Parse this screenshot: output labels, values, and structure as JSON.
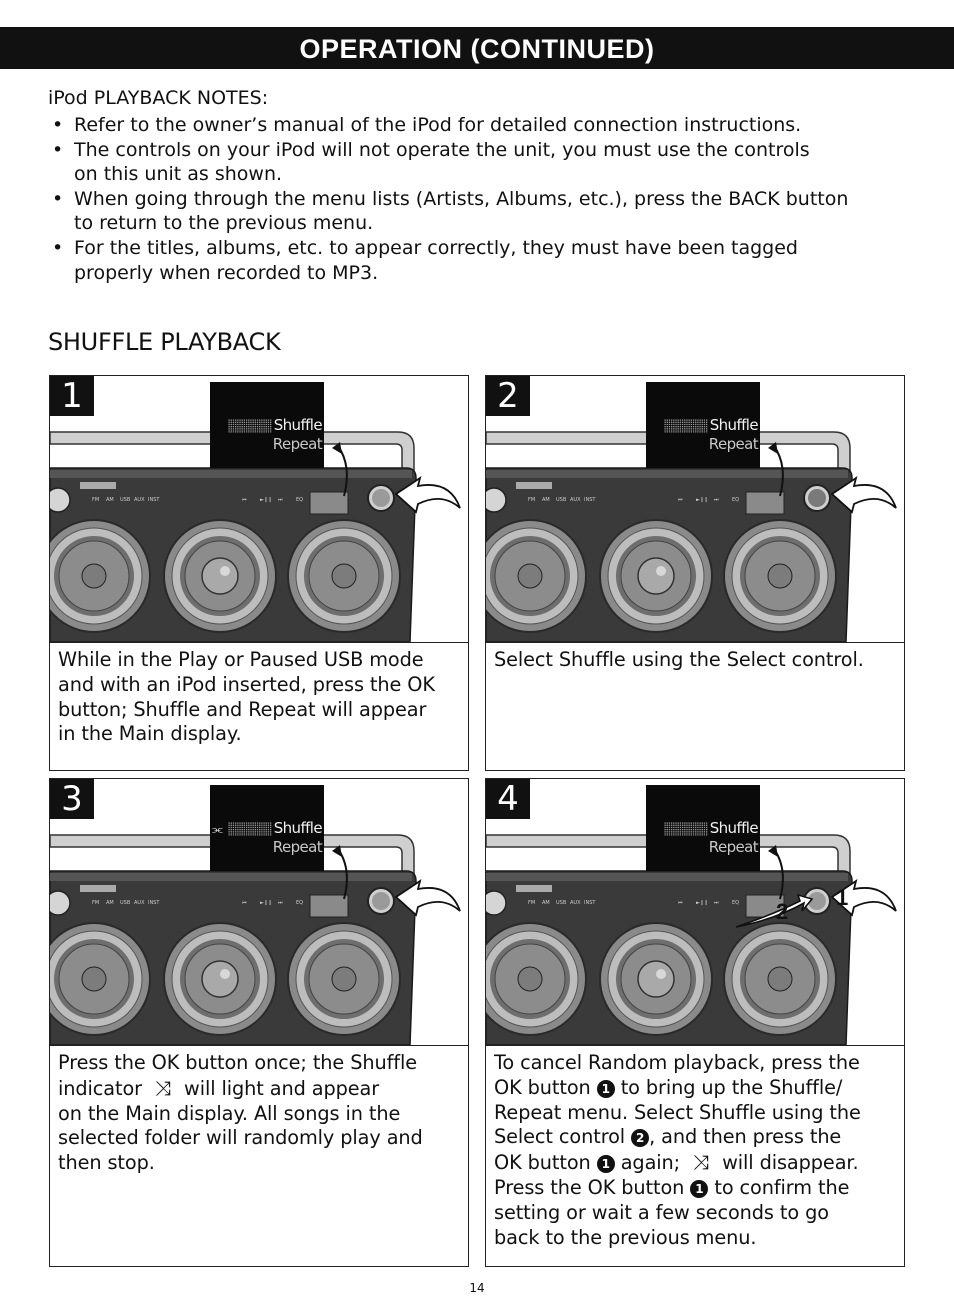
{
  "header": {
    "title": "OPERATION (CONTINUED)"
  },
  "notes": {
    "title": "iPod PLAYBACK NOTES:",
    "bullet": "•",
    "items": [
      [
        "Refer to the owner’s manual of the iPod for detailed connection instructions."
      ],
      [
        "The controls on your iPod will not operate the unit, you must use the controls",
        "on this unit as shown."
      ],
      [
        "When going through the menu lists (Artists, Albums, etc.), press the BACK button",
        "to return to the previous menu."
      ],
      [
        "For the titles, albums, etc. to appear correctly, they must have been tagged",
        "properly when recorded to MP3."
      ]
    ]
  },
  "section": {
    "title": "SHUFFLE PLAYBACK"
  },
  "device": {
    "source_labels": [
      "FM",
      "AM",
      "USB",
      "AUX",
      "INST"
    ],
    "transport_labels": [
      "⏮",
      "►❙❙",
      "⏭",
      "EQ"
    ]
  },
  "steps": [
    {
      "number": "1",
      "display": {
        "shuffle": "Shuffle",
        "repeat": "Repeat"
      },
      "lines": [
        "While in the Play or Paused USB mode",
        "and with an iPod inserted, press the OK",
        "button; Shuffle and Repeat will appear",
        "in the Main display."
      ]
    },
    {
      "number": "2",
      "display": {
        "shuffle": "Shuffle",
        "repeat": "Repeat"
      },
      "lines": [
        "Select Shuffle using the Select control."
      ]
    },
    {
      "number": "3",
      "display": {
        "shuffle": "Shuffle",
        "repeat": "Repeat",
        "icon": "⫘"
      },
      "lines_pre": "Press the OK button once; the Shuffle",
      "line2_a": "indicator",
      "line2_b": "will light and appear",
      "lines_post": [
        "on the Main display. All songs in the",
        "selected folder will randomly play and",
        "then stop."
      ]
    },
    {
      "number": "4",
      "display": {
        "shuffle": "Shuffle",
        "repeat": "Repeat"
      },
      "arrow_labels": [
        "1",
        "2"
      ],
      "t1": "To cancel Random playback, press the",
      "t2a": "OK button",
      "t2b": "to bring up the Shuffle/",
      "t3": "Repeat menu. Select Shuffle using the",
      "t4a": "Select control",
      "t4b": ", and then press the",
      "t5a": "OK button",
      "t5b": "again;",
      "t5c": "will disappear.",
      "t6a": "Press the OK button",
      "t6b": "to confirm the",
      "t7": "setting or wait a few seconds to go",
      "t8": "back to the previous menu.",
      "circle_1": "1",
      "circle_2": "2"
    }
  ],
  "shuffle_icon": "⤨",
  "page_number": "14"
}
